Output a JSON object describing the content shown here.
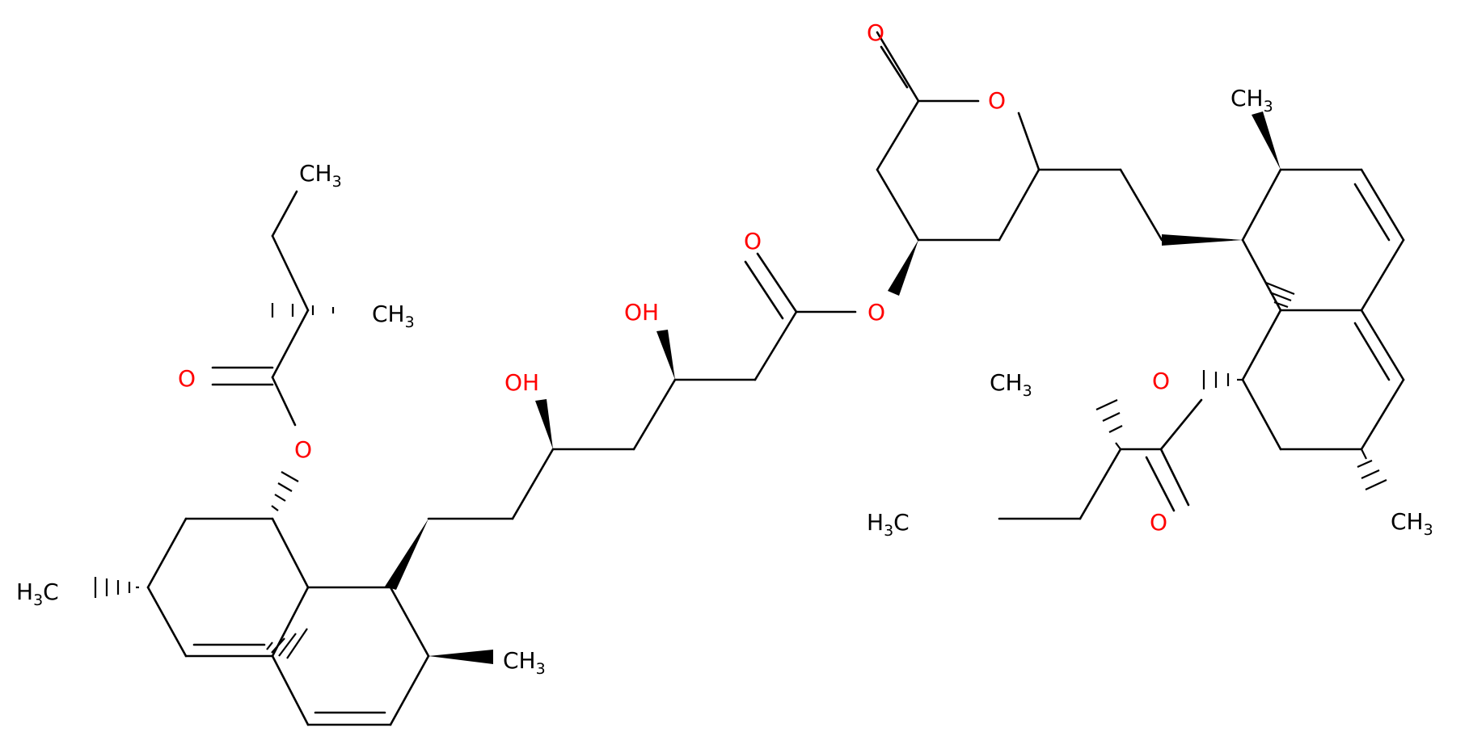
{
  "colors": {
    "bond": "#000000",
    "oxygen": "#ff0000",
    "carbon": "#000000"
  },
  "labels": [
    {
      "id": "ch3-top-left",
      "base": "CH",
      "sub": "3",
      "color": "#000000"
    },
    {
      "id": "ch3-left-branch",
      "base": "CH",
      "sub": "3",
      "color": "#000000"
    },
    {
      "id": "o-carbonyl-left",
      "base": "O",
      "color": "#ff0000"
    },
    {
      "id": "o-ester-left",
      "base": "O",
      "color": "#ff0000"
    },
    {
      "id": "h3c-left-ring",
      "pre": "H",
      "sub": "3",
      "post": "C",
      "color": "#000000"
    },
    {
      "id": "ch3-left-ring",
      "base": "CH",
      "sub": "3",
      "color": "#000000"
    },
    {
      "id": "oh-lower",
      "base": "OH",
      "color": "#ff0000"
    },
    {
      "id": "oh-upper",
      "base": "OH",
      "color": "#ff0000"
    },
    {
      "id": "o-carbonyl-mid",
      "base": "O",
      "color": "#ff0000"
    },
    {
      "id": "o-ester-mid",
      "base": "O",
      "color": "#ff0000"
    },
    {
      "id": "o-lactone-carbonyl",
      "base": "O",
      "color": "#ff0000"
    },
    {
      "id": "o-lactone-ring",
      "base": "O",
      "color": "#ff0000"
    },
    {
      "id": "ch3-right-top",
      "base": "CH",
      "sub": "3",
      "color": "#000000"
    },
    {
      "id": "o-ester-right",
      "base": "O",
      "color": "#ff0000"
    },
    {
      "id": "ch3-right-branch",
      "base": "CH",
      "sub": "3",
      "color": "#000000"
    },
    {
      "id": "h3c-right-ethyl",
      "pre": "H",
      "sub": "3",
      "post": "C",
      "color": "#000000"
    },
    {
      "id": "o-carbonyl-right",
      "base": "O",
      "color": "#ff0000"
    },
    {
      "id": "ch3-right-ring",
      "base": "CH",
      "sub": "3",
      "color": "#000000"
    }
  ]
}
